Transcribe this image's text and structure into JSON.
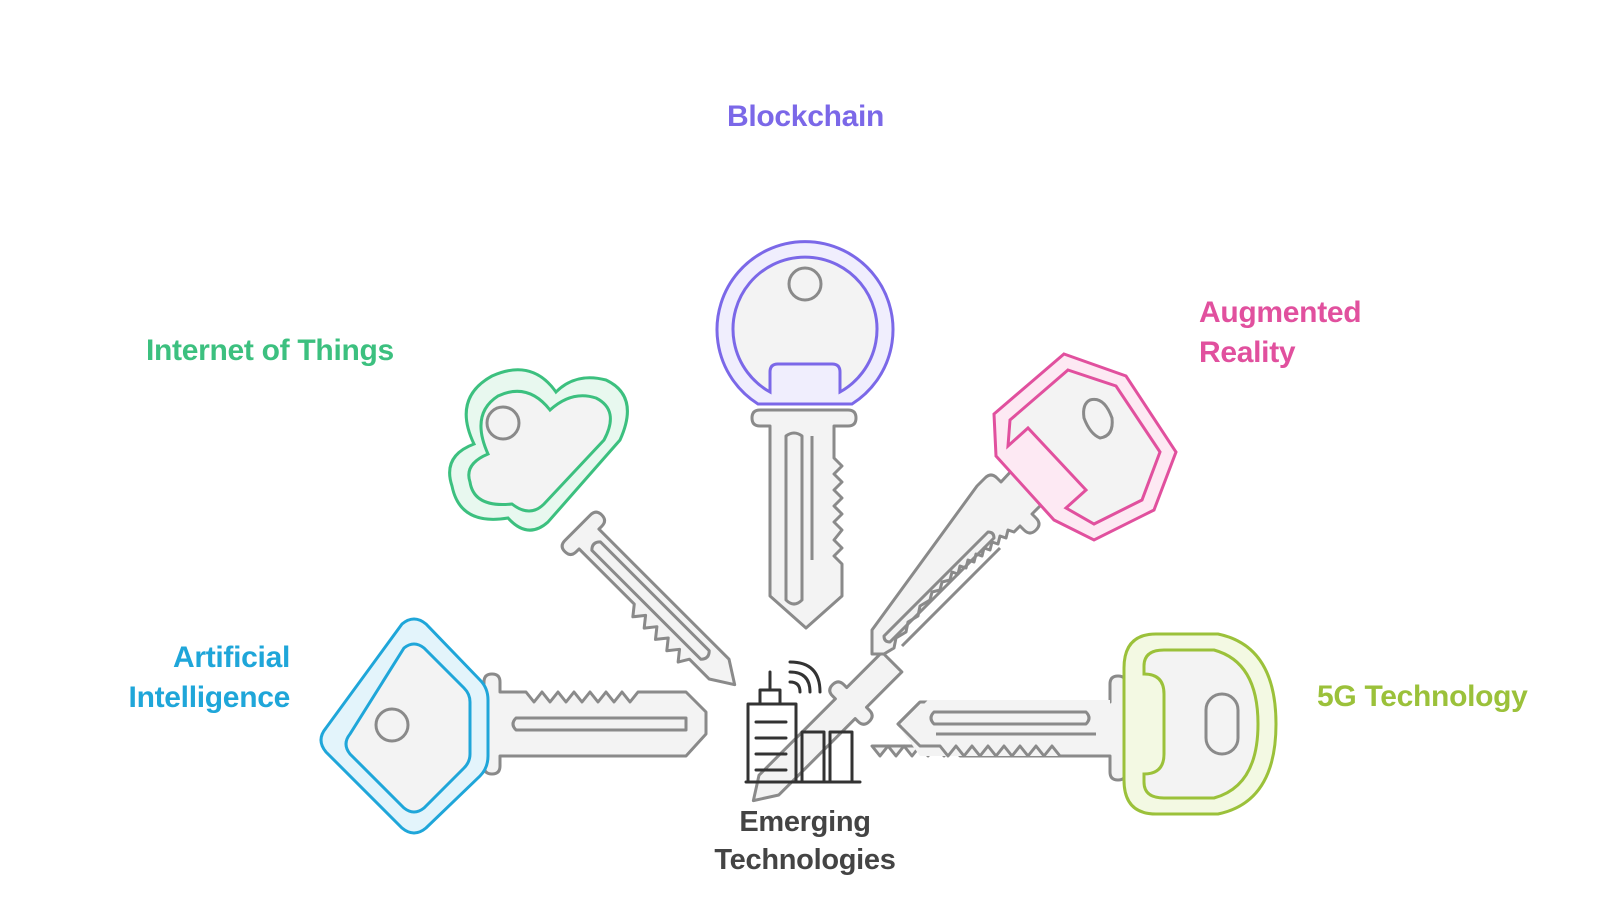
{
  "colors": {
    "gray_stroke": "#8a8a8a",
    "gray_fill": "#f3f3f3",
    "center_text": "#444444"
  },
  "center": {
    "line1": "Emerging",
    "line2": "Technologies",
    "icon": "city-signal-icon"
  },
  "keys": [
    {
      "id": "blockchain",
      "label_lines": [
        "Blockchain"
      ],
      "color": "#7b68e8",
      "fill": "#f0eefd"
    },
    {
      "id": "iot",
      "label_lines": [
        "Internet of Things"
      ],
      "color": "#3cc07f",
      "fill": "#e8f8ef"
    },
    {
      "id": "ar",
      "label_lines": [
        "Augmented",
        "Reality"
      ],
      "color": "#e1509e",
      "fill": "#fde9f3"
    },
    {
      "id": "ai",
      "label_lines": [
        "Artificial",
        "Intelligence"
      ],
      "color": "#1fa6d9",
      "fill": "#e3f4fb"
    },
    {
      "id": "5g",
      "label_lines": [
        "5G Technology"
      ],
      "color": "#9bc13a",
      "fill": "#f3f9e3"
    }
  ]
}
